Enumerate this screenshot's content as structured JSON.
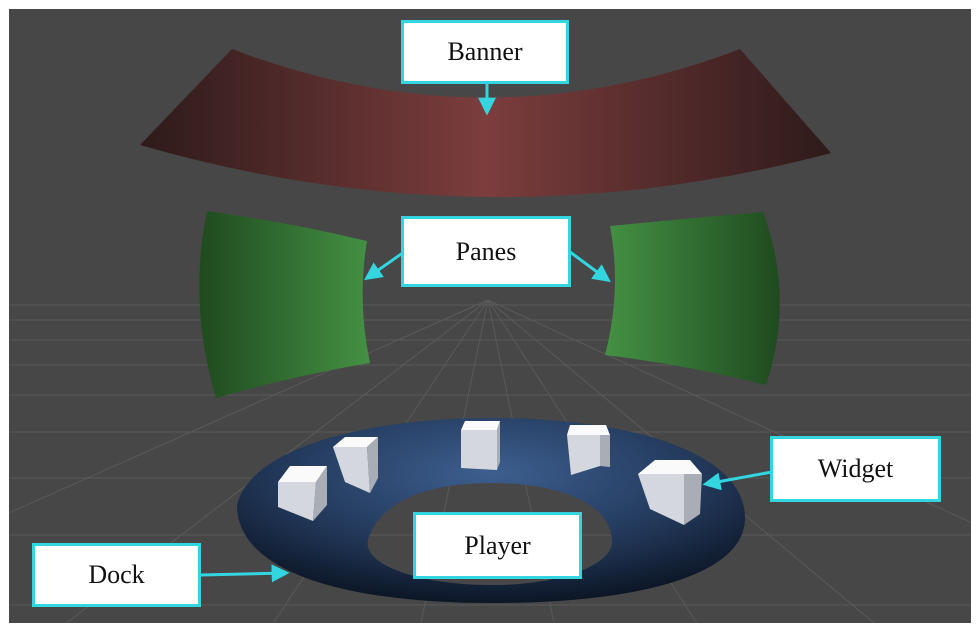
{
  "scene": {
    "labels": {
      "banner": "Banner",
      "panes": "Panes",
      "widget": "Widget",
      "player": "Player",
      "dock": "Dock"
    },
    "colors": {
      "background": "#474747",
      "grid": "#5a5a5a",
      "banner": "#7a3a3a",
      "panes": "#3f8a3f",
      "dock": "#1f3354",
      "widget": "#e0e3e8",
      "callout": "#33d6e0"
    },
    "widget_count": 6,
    "pane_count": 2
  }
}
